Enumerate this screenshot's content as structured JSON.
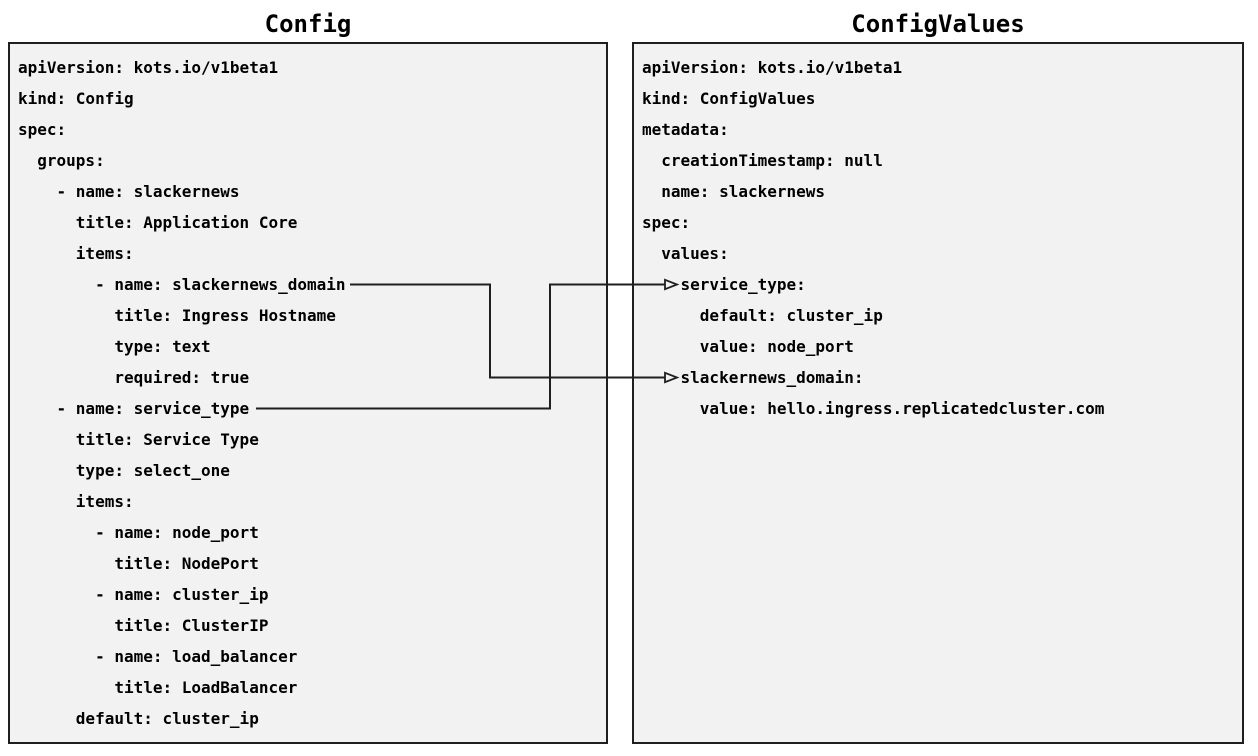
{
  "diagram": {
    "colors": {
      "bg": "#ffffff",
      "panel_bg": "#f2f2f2",
      "border": "#1f1f1f",
      "text": "#000000",
      "connector": "#1f1f1f"
    },
    "panels": [
      {
        "title": "Config",
        "lines": [
          "apiVersion: kots.io/v1beta1",
          "kind: Config",
          "spec:",
          "  groups:",
          "    - name: slackernews",
          "      title: Application Core",
          "      items:",
          "        - name: slackernews_domain",
          "          title: Ingress Hostname",
          "          type: text",
          "          required: true",
          "    - name: service_type",
          "      title: Service Type",
          "      type: select_one",
          "      items:",
          "        - name: node_port",
          "          title: NodePort",
          "        - name: cluster_ip",
          "          title: ClusterIP",
          "        - name: load_balancer",
          "          title: LoadBalancer",
          "      default: cluster_ip"
        ]
      },
      {
        "title": "ConfigValues",
        "lines": [
          "apiVersion: kots.io/v1beta1",
          "kind: ConfigValues",
          "metadata:",
          "  creationTimestamp: null",
          "  name: slackernews",
          "spec:",
          "  values:",
          "    service_type:",
          "      default: cluster_ip",
          "      value: node_port",
          "    slackernews_domain:",
          "      value: hello.ingress.replicatedcluster.com"
        ]
      }
    ],
    "connections": [
      {
        "from": "slackernews_domain (Config)",
        "to": "slackernews_domain (ConfigValues)"
      },
      {
        "from": "service_type (Config)",
        "to": "service_type (ConfigValues)"
      }
    ]
  }
}
